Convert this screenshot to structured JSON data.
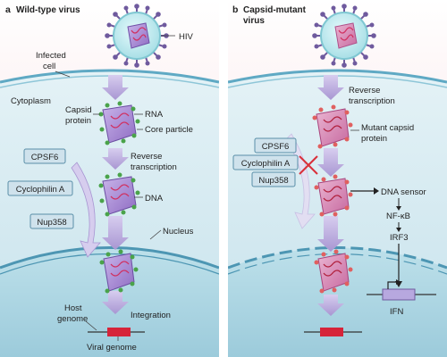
{
  "panel_a": {
    "letter": "a",
    "title": "Wild-type virus",
    "labels": {
      "hiv": "HIV",
      "infected_cell_line1": "Infected",
      "infected_cell_line2": "cell",
      "cytoplasm": "Cytoplasm",
      "capsid_protein_line1": "Capsid",
      "capsid_protein_line2": "protein",
      "rna": "RNA",
      "core_particle": "Core particle",
      "reverse_transcription_line1": "Reverse",
      "reverse_transcription_line2": "transcription",
      "dna": "DNA",
      "nucleus": "Nucleus",
      "host_genome_line1": "Host",
      "host_genome_line2": "genome",
      "integration": "Integration",
      "viral_genome": "Viral genome"
    },
    "factors": [
      "CPSF6",
      "Cyclophilin A",
      "Nup358"
    ]
  },
  "panel_b": {
    "letter": "b",
    "title_line1": "Capsid-mutant",
    "title_line2": "virus",
    "labels": {
      "reverse_transcription_line1": "Reverse",
      "reverse_transcription_line2": "transcription",
      "mutant_capsid_line1": "Mutant capsid",
      "mutant_capsid_line2": "protein",
      "dna_sensor": "DNA sensor",
      "nfkb": "NF-κB",
      "irf3": "IRF3",
      "ifn": "IFN"
    },
    "factors": [
      "CPSF6",
      "Cyclophilin A",
      "Nup358"
    ]
  },
  "colors": {
    "extracellular": "#fbe6e8",
    "cytoplasm": "#cfe6ee",
    "nucleus": "#a9d2e0",
    "membrane": "#5fa9c4",
    "arrow": "#b9a7d9",
    "capsid": "#a98bd2",
    "capsid_mutant": "#d889b6",
    "virion_ring": "#c9eef2",
    "spike": "#6f5a9e",
    "red_bar": "#d6243a",
    "green_dot": "#4aa34a",
    "red_dot": "#e06060",
    "factor_box": "#cfe2ec",
    "block_x": "#d9303a"
  }
}
